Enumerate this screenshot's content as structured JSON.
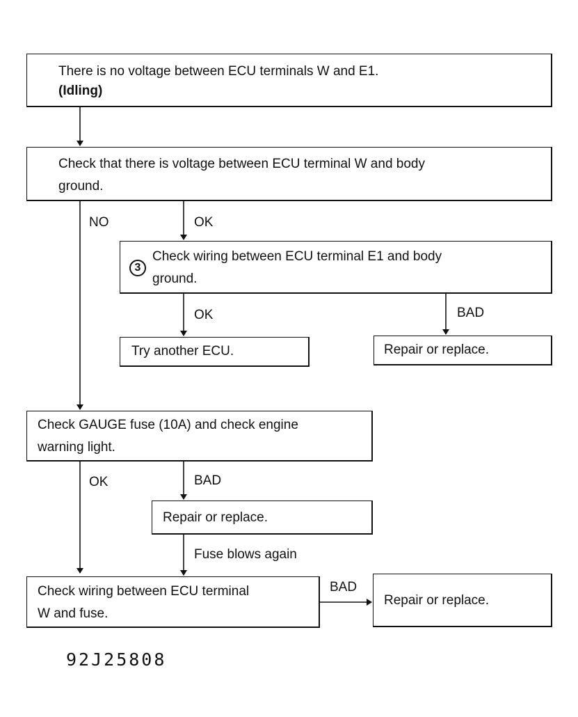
{
  "nodes": {
    "start": {
      "line1": "There is no voltage between ECU terminals W and E1.",
      "line2": "(Idling)"
    },
    "check_voltage": {
      "line1": "Check that there is voltage between ECU terminal W and body",
      "line2": "ground."
    },
    "check_wiring_e1": {
      "step_number": "3",
      "line1": "Check wiring between ECU terminal E1 and body",
      "line2": "ground."
    },
    "try_ecu": {
      "text": "Try another ECU."
    },
    "repair1": {
      "text": "Repair or replace."
    },
    "check_gauge": {
      "line1": "Check GAUGE fuse (10A) and check engine",
      "line2": "warning light."
    },
    "repair2": {
      "text": "Repair or replace."
    },
    "check_wiring_w": {
      "line1": "Check wiring between ECU terminal",
      "line2": "W and fuse."
    },
    "repair3": {
      "text": "Repair or replace."
    }
  },
  "edge_labels": {
    "no": "NO",
    "ok1": "OK",
    "ok2": "OK",
    "bad1": "BAD",
    "ok3": "OK",
    "bad2": "BAD",
    "fuse_blows": "Fuse blows again",
    "bad3": "BAD"
  },
  "figure_code": "92J25808"
}
